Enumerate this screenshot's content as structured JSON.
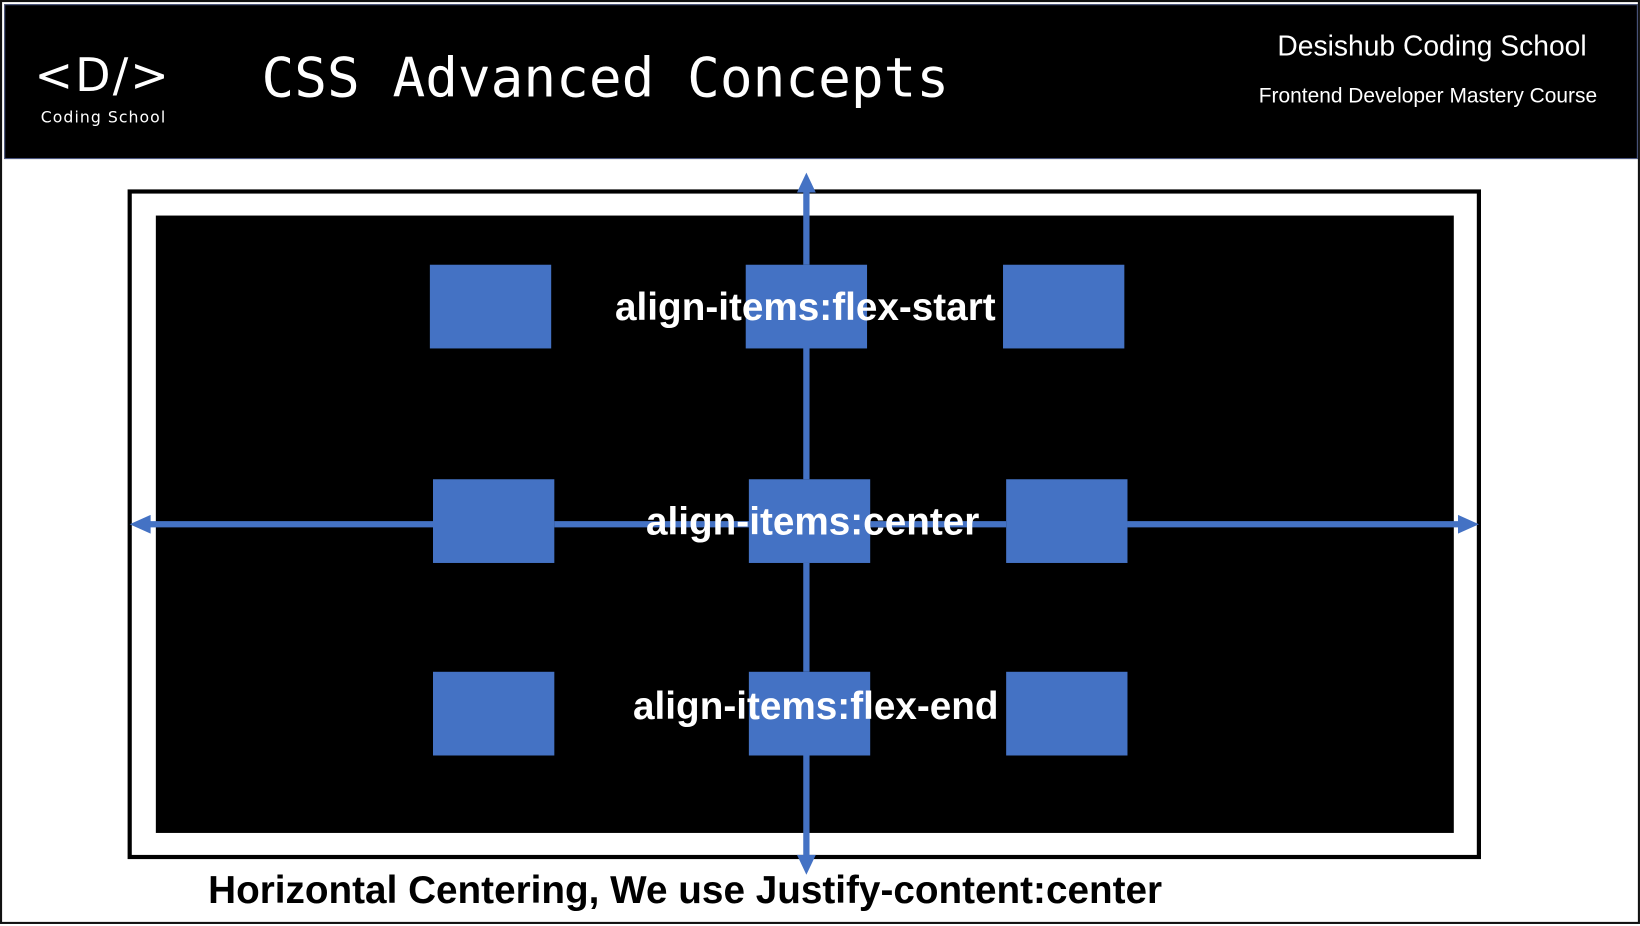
{
  "header": {
    "logo_mark": "<D/>",
    "logo_text": "Coding School",
    "title": "CSS Advanced Concepts",
    "school": "Desishub Coding School",
    "course": "Frontend Developer Mastery Course"
  },
  "diagram": {
    "labels": [
      "align-items:flex-start",
      "align-items:center",
      "align-items:flex-end"
    ],
    "box_color": "#4472c4",
    "caption": "Horizontal Centering, We use Justify-content:center"
  }
}
